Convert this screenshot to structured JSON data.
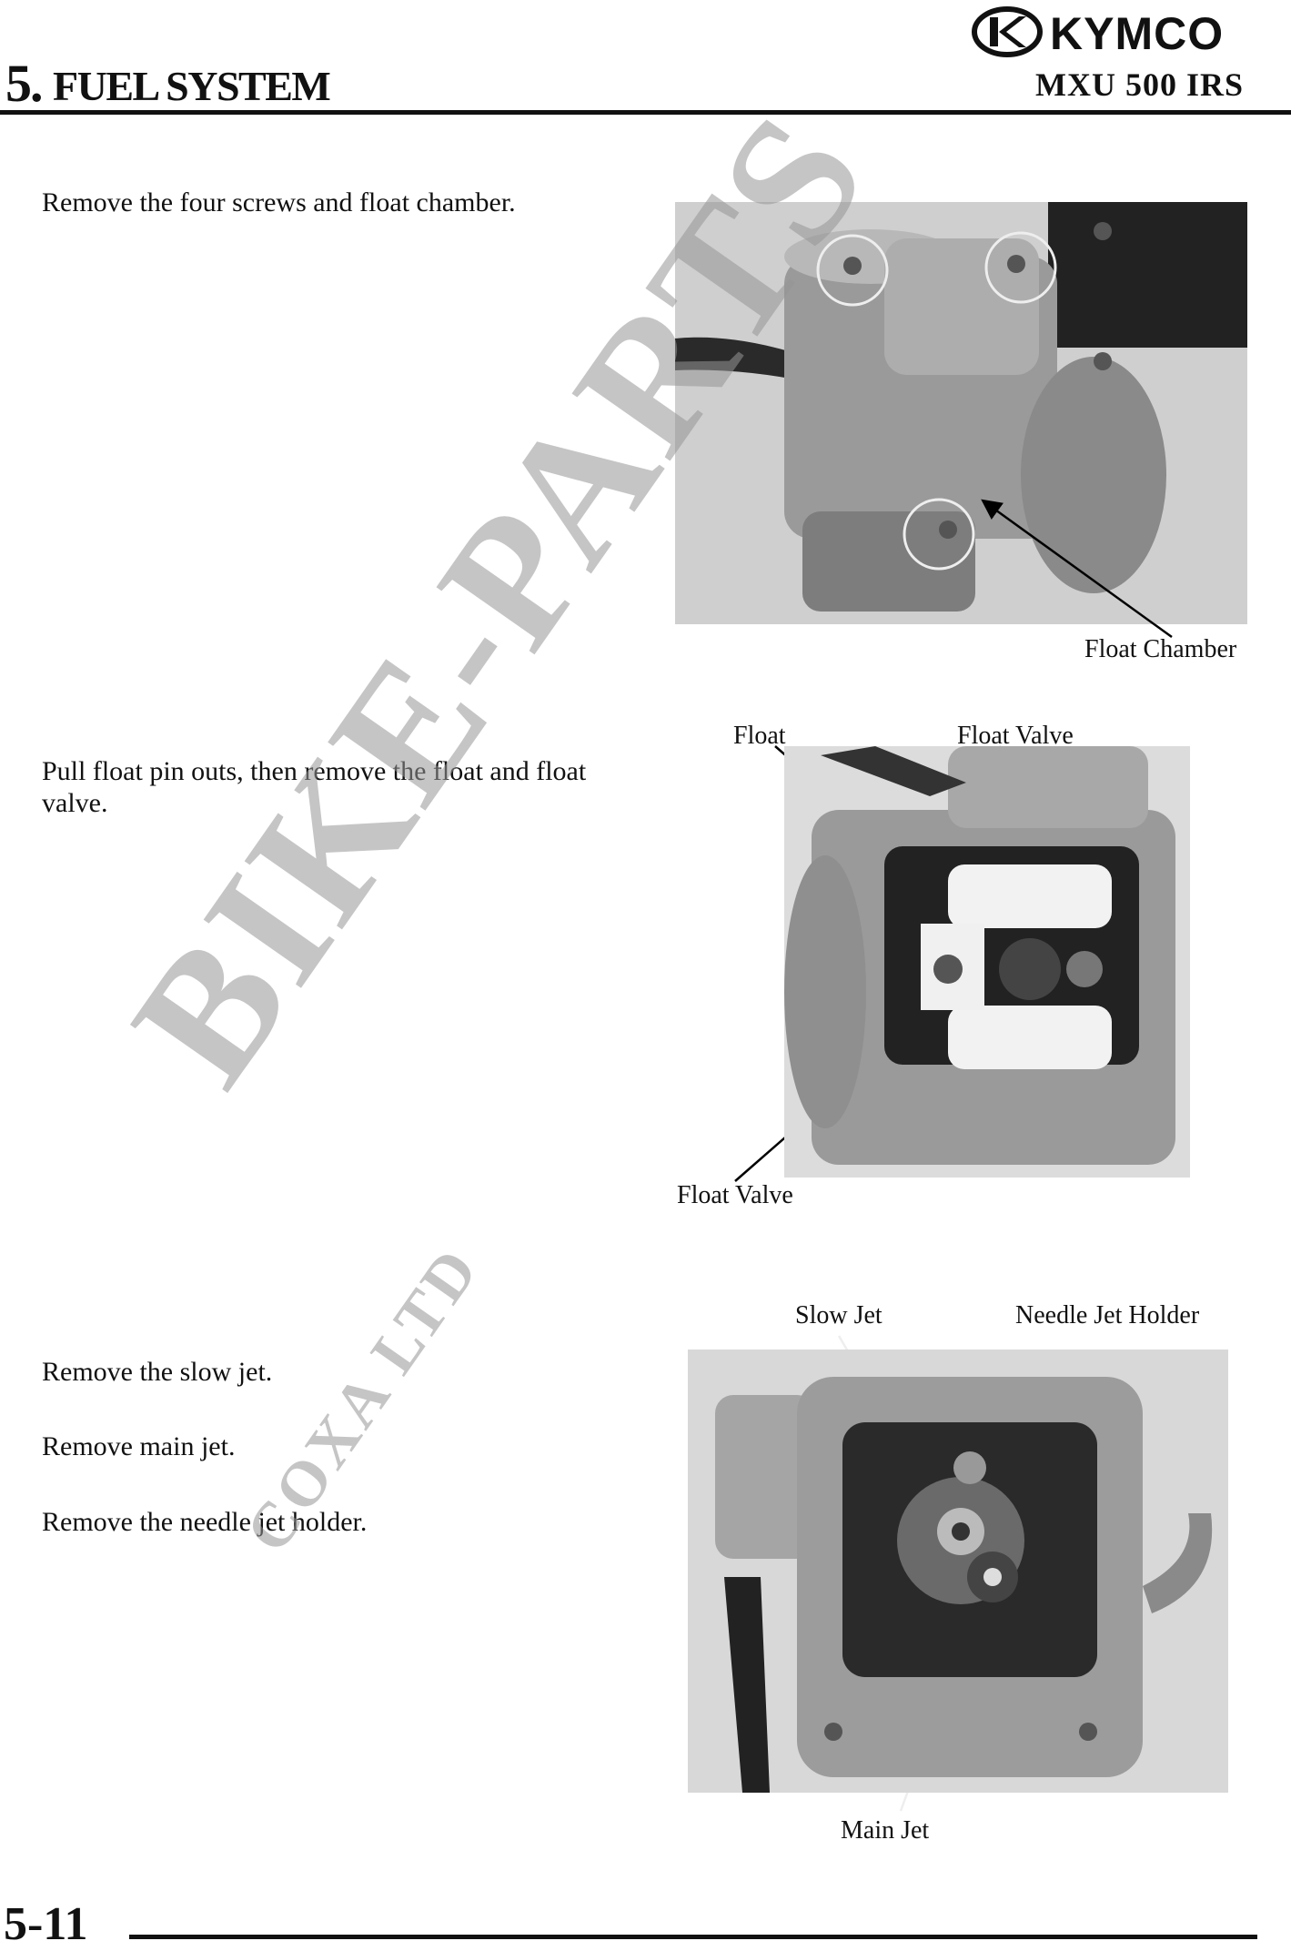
{
  "header": {
    "chapter_number": "5.",
    "chapter_title": "FUEL SYSTEM",
    "brand": "KYMCO",
    "model": "MXU 500 IRS"
  },
  "steps": [
    {
      "text": "Remove the four screws and float chamber."
    },
    {
      "text": "Pull float pin outs, then remove the float and float valve."
    },
    {
      "text": "Remove the slow jet."
    },
    {
      "text": "Remove main jet."
    },
    {
      "text": "Remove the needle jet holder."
    }
  ],
  "figures": [
    {
      "labels": [
        "Float Chamber"
      ]
    },
    {
      "labels": [
        "Float",
        "Float Valve",
        "Float Valve"
      ]
    },
    {
      "labels": [
        "Slow Jet",
        "Needle Jet Holder",
        "Main Jet"
      ]
    }
  ],
  "watermark": {
    "main": "BIKE-PARTS",
    "sub": "COXA LTD"
  },
  "footer": {
    "page_number": "5-11"
  }
}
